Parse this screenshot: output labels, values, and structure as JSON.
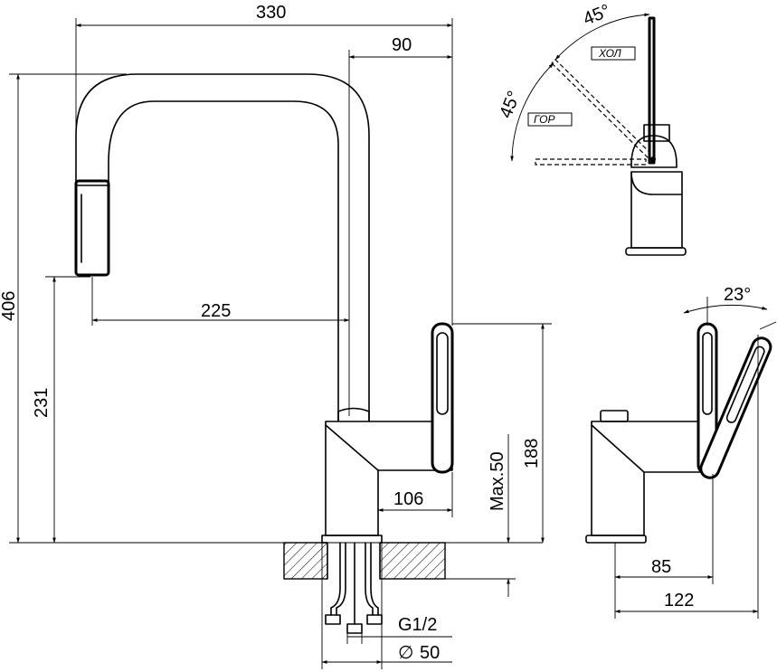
{
  "dimensions": {
    "total_length": "330",
    "handle_offset": "90",
    "height": "406",
    "outlet_height": "231",
    "spout_reach": "225",
    "body_depth": "106",
    "max_deck": "Max.50",
    "body_height": "188",
    "connection": "G1/2",
    "hole": "50",
    "hole_symbol": "∅",
    "side_depth": "85",
    "side_total": "122"
  },
  "angles": {
    "top_right": "45°",
    "top_left": "45°",
    "side_tilt": "23°"
  },
  "labels": {
    "cold": "ХОЛ",
    "hot": "ГОР"
  }
}
